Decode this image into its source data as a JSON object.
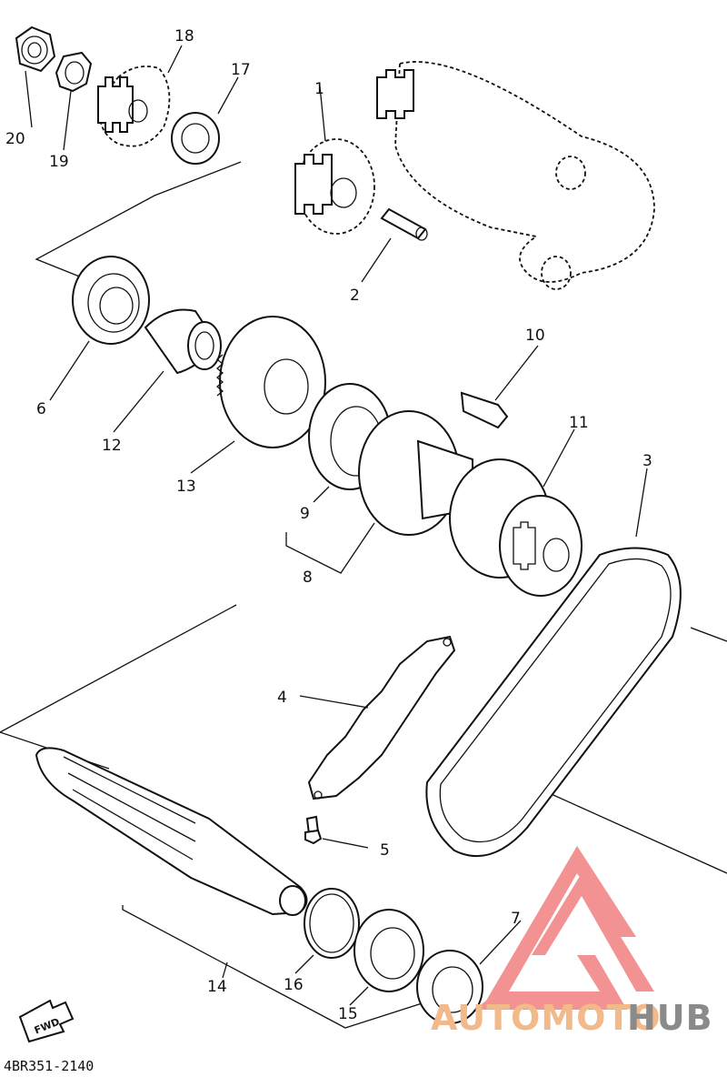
{
  "diagram": {
    "reference_code": "4BR351-2140",
    "fwd_label": "FWD",
    "watermark": {
      "brand_part1": "AUTOMOTO",
      "brand_part2": "HUB",
      "color_primary": "#f2b98a",
      "color_secondary": "#8a8a8a",
      "logo_color": "#f08080"
    },
    "callouts": [
      {
        "id": "1",
        "text": "1"
      },
      {
        "id": "2",
        "text": "2"
      },
      {
        "id": "3",
        "text": "3"
      },
      {
        "id": "4",
        "text": "4"
      },
      {
        "id": "5",
        "text": "5"
      },
      {
        "id": "6",
        "text": "6"
      },
      {
        "id": "7",
        "text": "7"
      },
      {
        "id": "8",
        "text": "8"
      },
      {
        "id": "9",
        "text": "9"
      },
      {
        "id": "10",
        "text": "10"
      },
      {
        "id": "11",
        "text": "11"
      },
      {
        "id": "12",
        "text": "12"
      },
      {
        "id": "13",
        "text": "13"
      },
      {
        "id": "14",
        "text": "14"
      },
      {
        "id": "15",
        "text": "15"
      },
      {
        "id": "16",
        "text": "16"
      },
      {
        "id": "17",
        "text": "17"
      },
      {
        "id": "18",
        "text": "18"
      },
      {
        "id": "19",
        "text": "19"
      },
      {
        "id": "20",
        "text": "20"
      }
    ]
  }
}
